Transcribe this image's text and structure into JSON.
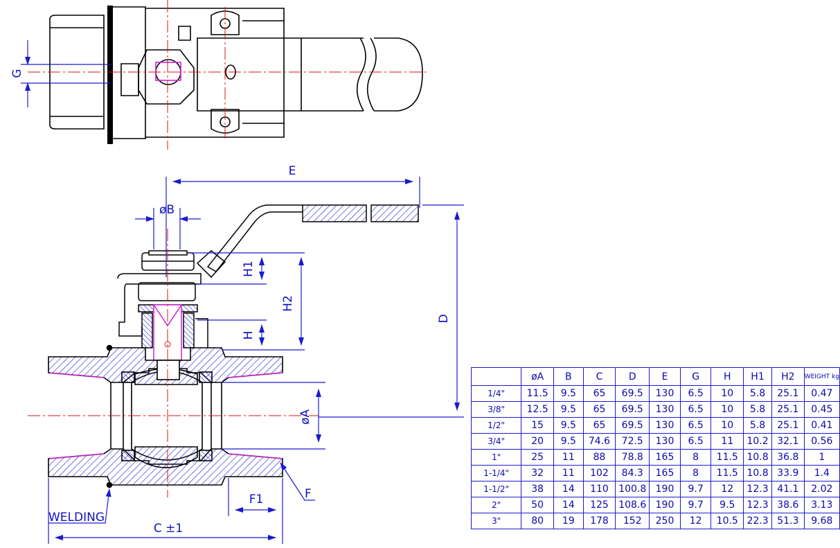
{
  "labels": {
    "top_g": "G",
    "e": "E",
    "b": "øB",
    "h1": "H1",
    "h2": "H2",
    "h": "H",
    "d": "D",
    "a": "øA",
    "f1": "F1",
    "f": "F",
    "welding": "WELDING",
    "c": "C ±1"
  },
  "table": {
    "headers": [
      "",
      "øA",
      "B",
      "C",
      "D",
      "E",
      "G",
      "H",
      "H1",
      "H2",
      "WEIGHT kg"
    ],
    "rows": [
      [
        "1/4\"",
        "11.5",
        "9.5",
        "65",
        "69.5",
        "130",
        "6.5",
        "10",
        "5.8",
        "25.1",
        "0.47"
      ],
      [
        "3/8\"",
        "12.5",
        "9.5",
        "65",
        "69.5",
        "130",
        "6.5",
        "10",
        "5.8",
        "25.1",
        "0.45"
      ],
      [
        "1/2\"",
        "15",
        "9.5",
        "65",
        "69.5",
        "130",
        "6.5",
        "10",
        "5.8",
        "25.1",
        "0.41"
      ],
      [
        "3/4\"",
        "20",
        "9.5",
        "74.6",
        "72.5",
        "130",
        "6.5",
        "11",
        "10.2",
        "32.1",
        "0.56"
      ],
      [
        "1\"",
        "25",
        "11",
        "88",
        "78.8",
        "165",
        "8",
        "11.5",
        "10.8",
        "36.8",
        "1"
      ],
      [
        "1-1/4\"",
        "32",
        "11",
        "102",
        "84.3",
        "165",
        "8",
        "11.5",
        "10.8",
        "33.9",
        "1.4"
      ],
      [
        "1-1/2\"",
        "38",
        "14",
        "110",
        "100.8",
        "190",
        "9.7",
        "12",
        "12.3",
        "41.1",
        "2.02"
      ],
      [
        "2\"",
        "50",
        "14",
        "125",
        "108.6",
        "190",
        "9.7",
        "9.5",
        "12.3",
        "38.6",
        "3.13"
      ],
      [
        "3\"",
        "80",
        "19",
        "178",
        "152",
        "250",
        "12",
        "10.5",
        "22.3",
        "51.3",
        "9.68"
      ]
    ]
  },
  "colors": {
    "outline": "#000000",
    "dimension": "#1a1ad0",
    "centerline": "#e01010",
    "thread": "#d020d0"
  }
}
